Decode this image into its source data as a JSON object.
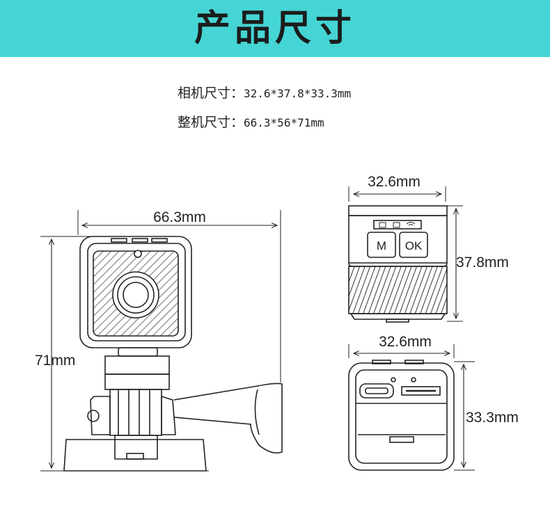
{
  "header": {
    "title": "产品尺寸"
  },
  "specs": {
    "camera_label": "相机尺寸：",
    "camera_value": "32.6*37.8*33.3mm",
    "whole_label": "整机尺寸：",
    "whole_value": "66.3*56*71mm"
  },
  "dimensions": {
    "width_whole": "66.3mm",
    "height_whole": "71mm",
    "width_front": "32.6mm",
    "height_front": "37.8mm",
    "width_back": "32.6mm",
    "depth_back": "33.3mm"
  },
  "buttons": {
    "mode": "M",
    "ok": "OK"
  },
  "colors": {
    "banner": "#45d5d5",
    "line": "#222222"
  }
}
